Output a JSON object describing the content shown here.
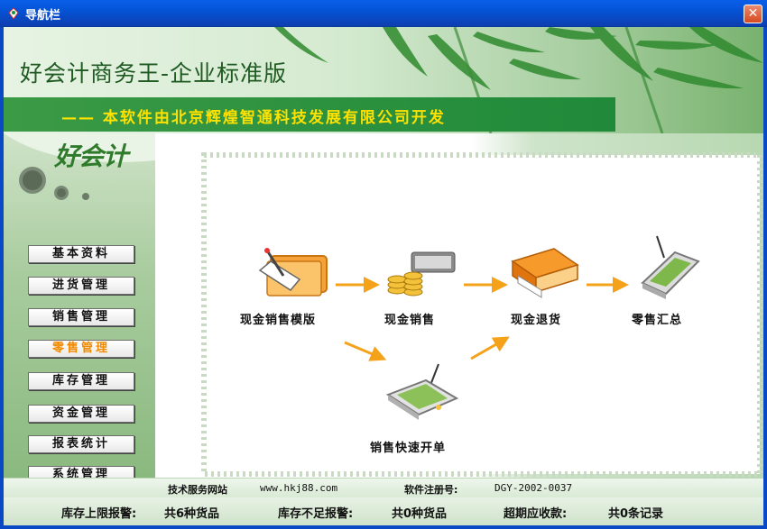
{
  "window": {
    "title": "导航栏",
    "close_glyph": "✕"
  },
  "header": {
    "product_title": "好会计商务王-企业标准版",
    "slogan": "—— 本软件由北京辉煌智通科技发展有限公司开发"
  },
  "sidebar": {
    "logo": "好会计",
    "items": [
      {
        "label": "基本资料",
        "active": false
      },
      {
        "label": "进货管理",
        "active": false
      },
      {
        "label": "销售管理",
        "active": false
      },
      {
        "label": "零售管理",
        "active": true
      },
      {
        "label": "库存管理",
        "active": false
      },
      {
        "label": "资金管理",
        "active": false
      },
      {
        "label": "报表统计",
        "active": false
      },
      {
        "label": "系统管理",
        "active": false
      }
    ]
  },
  "workflow": {
    "nodes": [
      {
        "label": "现金销售模版",
        "icon": "template-folder-icon"
      },
      {
        "label": "现金销售",
        "icon": "coins-cash-icon"
      },
      {
        "label": "现金退货",
        "icon": "books-return-icon"
      },
      {
        "label": "零售汇总",
        "icon": "pda-summary-icon"
      },
      {
        "label": "销售快速开单",
        "icon": "tablet-quick-order-icon"
      }
    ]
  },
  "footer": {
    "website_label": "技术服务网站",
    "website": "www.hkj88.com",
    "reg_label": "软件注册号:",
    "reg_no": "DGY-2002-0037",
    "stock_upper_label": "库存上限报警:",
    "stock_upper_value": "共6种货品",
    "stock_lower_label": "库存不足报警:",
    "stock_lower_value": "共0种货品",
    "overdue_label": "超期应收款:",
    "overdue_value": "共0条记录"
  },
  "colors": {
    "titlebar": "#0453d6",
    "slogan_bar": "#2a8f3d",
    "slogan_text": "#ffe100",
    "active_nav": "#f08a00",
    "arrow": "#f5a21b"
  }
}
